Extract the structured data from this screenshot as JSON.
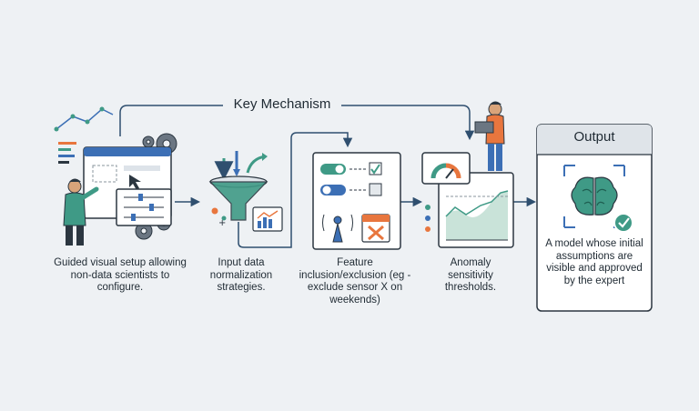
{
  "title": "Key Mechanism",
  "steps": [
    {
      "label": "Guided visual setup allowing non-data scientists to configure."
    },
    {
      "label": "Input data normalization strategies."
    },
    {
      "label": "Feature inclusion/exclusion (eg - exclude sensor X on weekends)"
    },
    {
      "label": "Anomaly sensitivity thresholds."
    }
  ],
  "output": {
    "heading": "Output",
    "text": "A model whose initial assumptions are visible and approved by the expert"
  },
  "colors": {
    "accent_teal": "#3f9a86",
    "accent_orange": "#e8763e",
    "accent_blue": "#3c6fb5",
    "outline": "#2b3640",
    "background": "#eef1f4"
  }
}
